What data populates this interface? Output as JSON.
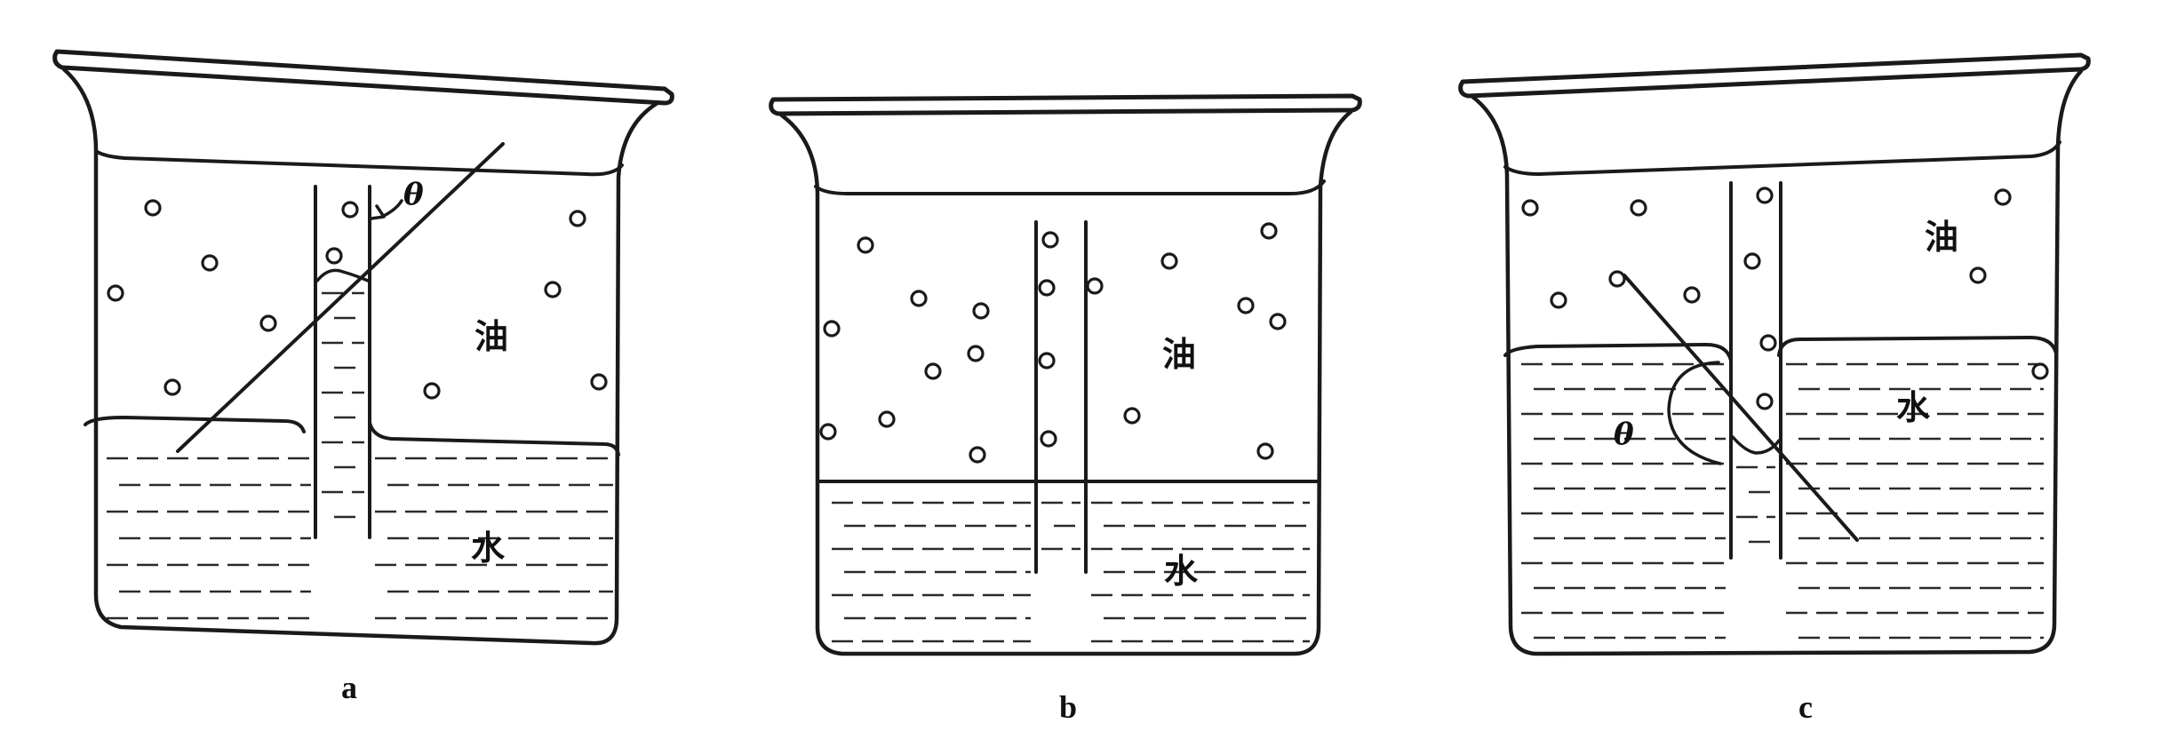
{
  "panels": [
    {
      "id": "a",
      "label": "a",
      "oil_label": "油",
      "water_label": "水",
      "angle_label": "θ"
    },
    {
      "id": "b",
      "label": "b",
      "oil_label": "油",
      "water_label": "水"
    },
    {
      "id": "c",
      "label": "c",
      "oil_label": "油",
      "water_label": "水",
      "angle_label": "θ"
    }
  ]
}
